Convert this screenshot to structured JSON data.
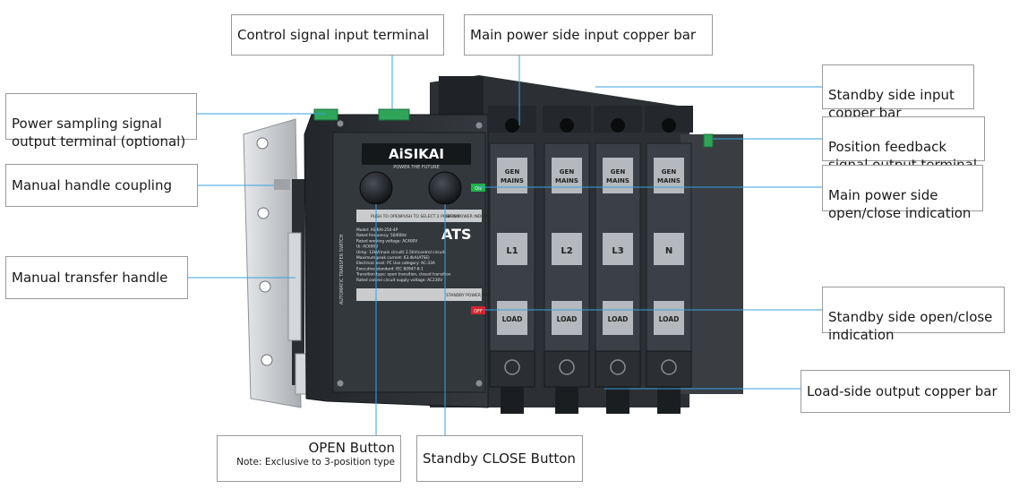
{
  "callouts": {
    "control_signal": "Control signal input terminal",
    "main_copper": "Main power side input copper bar",
    "standby_copper": "Standby side input\ncopper bar",
    "power_sampling": "Power sampling signal\noutput terminal (optional)",
    "position_feedback": "Position feedback\nsignal output terminal",
    "manual_coupling": "Manual handle coupling",
    "main_indication": "Main power side\nopen/close indication",
    "manual_transfer": "Manual transfer handle",
    "standby_indication": "Standby side open/close\nindication",
    "load_copper": "Load-side output copper bar",
    "open_button": "OPEN Button",
    "open_button_note": "Note: Exclusive to 3-position type",
    "standby_close": "Standby CLOSE Button"
  },
  "device": {
    "brand": "AiSIKAI",
    "slogan": "POWER THE FUTURE",
    "model_text": "ATS",
    "side_label": "AUTOMATIC TRANSFER SWITCH",
    "push_open": "PUSH TO OPEN",
    "push_select": "PUSH TO SELECT 2 POSITION",
    "main_power_ind": "MAIN POWER INDICATOR",
    "standby_ind": "STANDBY POWER INDICATOR",
    "on_label": "ON",
    "off_label": "OFF",
    "poles": [
      "L1",
      "L2",
      "L3",
      "N"
    ],
    "gen_label_1": "GEN",
    "gen_label_2": "MAINS",
    "load_label": "LOAD",
    "specs": [
      "Model: ASIKAI-250-4P",
      "Rated frequency: 50/60Hz",
      "Rated working voltage: AC400V",
      "Ui: AC690V",
      "Uimp: 12kV(main circuit) 2.5kV(control circuit)",
      "Maximum peak current: 63.4kA(ATSE)",
      "Electrical level: PC  Use category: AC-33A",
      "Executive standard: IEC 60947-6-1",
      "Transition type: open transition, closed transition",
      "Rated control circuit supply voltage: AC230V"
    ]
  },
  "colors": {
    "line": "#3aa0e0",
    "body": "#2b2f34",
    "panel": "#3b4046",
    "bracket": "#c9ccd0",
    "label_grey": "#b5b8bc",
    "terminal_green": "#2fa55a",
    "on_green": "#21b24b",
    "off_red": "#d3242c"
  }
}
